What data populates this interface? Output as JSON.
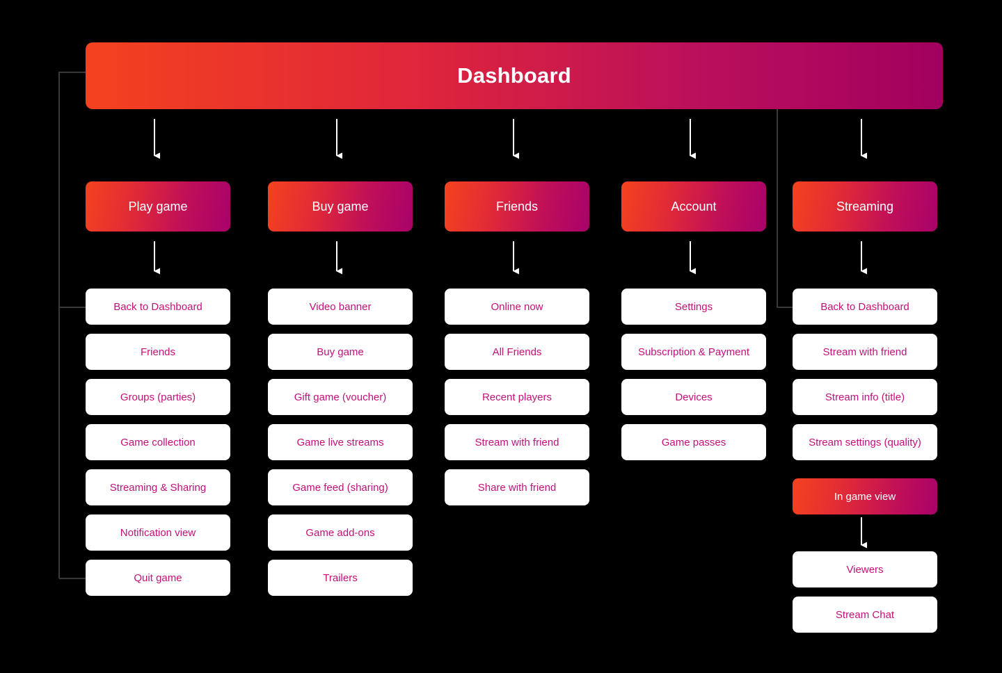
{
  "diagram": {
    "title": "Dashboard",
    "accent_start": "#F4421F",
    "accent_end": "#A2005F",
    "leaf_text_color": "#C4107A",
    "background": "#000000",
    "connector_color": "#FFFFFF",
    "back_link_color": "#3A3A3A"
  },
  "root": {
    "label": "Dashboard"
  },
  "columns": [
    {
      "key": "play-game",
      "parent_label": "Play game",
      "items": [
        {
          "label": "Back to Dashboard"
        },
        {
          "label": "Friends"
        },
        {
          "label": "Groups (parties)"
        },
        {
          "label": "Game collection"
        },
        {
          "label": "Streaming & Sharing"
        },
        {
          "label": "Notification view"
        },
        {
          "label": "Quit game"
        }
      ]
    },
    {
      "key": "buy-game",
      "parent_label": "Buy game",
      "items": [
        {
          "label": "Video banner"
        },
        {
          "label": "Buy game"
        },
        {
          "label": "Gift game (voucher)"
        },
        {
          "label": "Game live streams"
        },
        {
          "label": "Game feed (sharing)"
        },
        {
          "label": "Game add-ons"
        },
        {
          "label": "Trailers"
        }
      ]
    },
    {
      "key": "friends",
      "parent_label": "Friends",
      "items": [
        {
          "label": "Online now"
        },
        {
          "label": "All Friends"
        },
        {
          "label": "Recent players"
        },
        {
          "label": "Stream with friend"
        },
        {
          "label": "Share with friend"
        }
      ]
    },
    {
      "key": "account",
      "parent_label": "Account",
      "items": [
        {
          "label": "Settings"
        },
        {
          "label": "Subscription & Payment"
        },
        {
          "label": "Devices"
        },
        {
          "label": "Game passes"
        }
      ]
    },
    {
      "key": "streaming",
      "parent_label": "Streaming",
      "items": [
        {
          "label": "Back to Dashboard"
        },
        {
          "label": "Stream with friend"
        },
        {
          "label": "Stream info (title)"
        },
        {
          "label": "Stream settings (quality)"
        }
      ],
      "accent_item": {
        "label": "In game view"
      },
      "sub_items": [
        {
          "label": "Viewers"
        },
        {
          "label": "Stream Chat"
        }
      ]
    }
  ]
}
